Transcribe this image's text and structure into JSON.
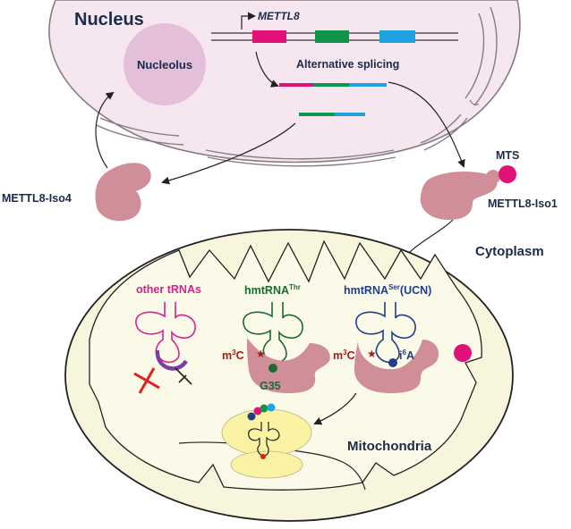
{
  "labels": {
    "nucleus": "Nucleus",
    "nucleolus": "Nucleolus",
    "gene": "METTL8",
    "splicing": "Alternative splicing",
    "mts": "MTS",
    "iso4": "METTL8-Iso4",
    "iso1": "METTL8-Iso1",
    "cytoplasm": "Cytoplasm",
    "mitochondria": "Mitochondria",
    "other_trnas": "other tRNAs",
    "thr_base": "hmtRNA",
    "thr_sup": "Thr",
    "ser_base": "hmtRNA",
    "ser_sup": "Ser",
    "ser_suffix": "(UCN)",
    "m3c_base": "m",
    "m3c_sup": "3",
    "m3c_tail": "C",
    "i6a_base": "i",
    "i6a_sup": "6",
    "i6a_tail": "A",
    "g35": "G35"
  },
  "colors": {
    "nucleus_fill": "#f6e6f0",
    "nucleolus_fill": "#e3bfd9",
    "protein": "#cf8e98",
    "mts": "#e0127a",
    "exon1": "#e0127a",
    "exon2": "#11934a",
    "exon3": "#1fa3e0",
    "mito_fill": "#f7f5dc",
    "other_trna": "#d8208f",
    "thr": "#1b6a2f",
    "ser": "#223d8a",
    "block": "#7a3fa2",
    "red_x": "#e0201e",
    "mod_red": "#b01515",
    "ribosome": "#faf3a3"
  }
}
